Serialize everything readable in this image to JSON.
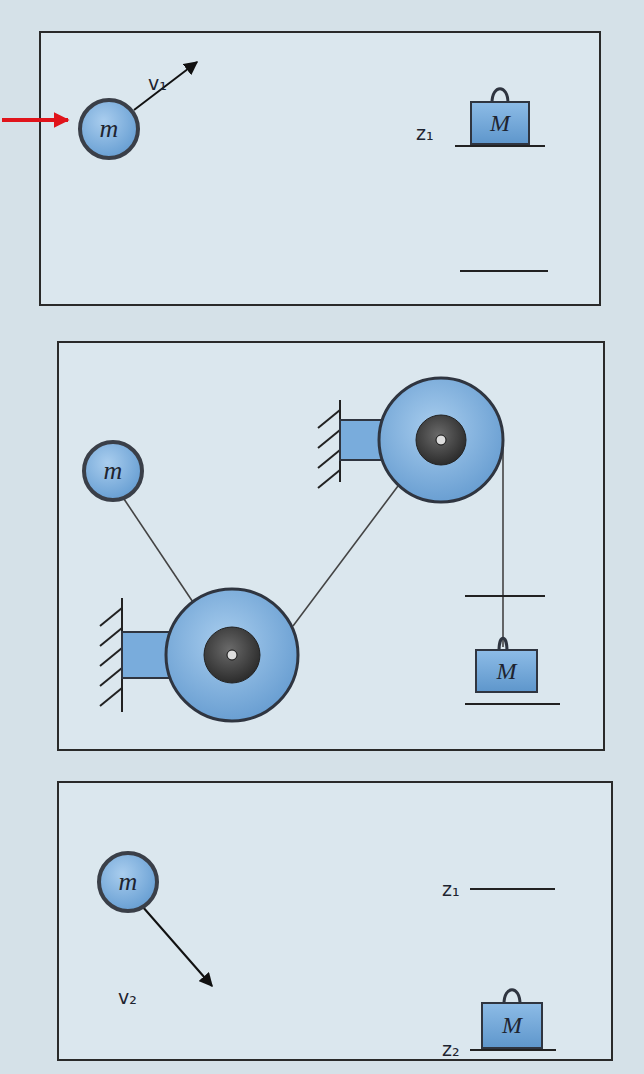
{
  "diagram": {
    "nodes": [
      {
        "text": [
          "m"
        ]
      },
      {
        "text": [
          "M"
        ]
      },
      {
        "text": [
          "m"
        ]
      },
      {
        "text": [
          "M"
        ]
      },
      {
        "text": [
          "m"
        ]
      },
      {
        "text": [
          "M"
        ]
      }
    ],
    "labels": [
      "v₁",
      "z₁",
      "z₁",
      "v₂",
      "z₂"
    ]
  }
}
